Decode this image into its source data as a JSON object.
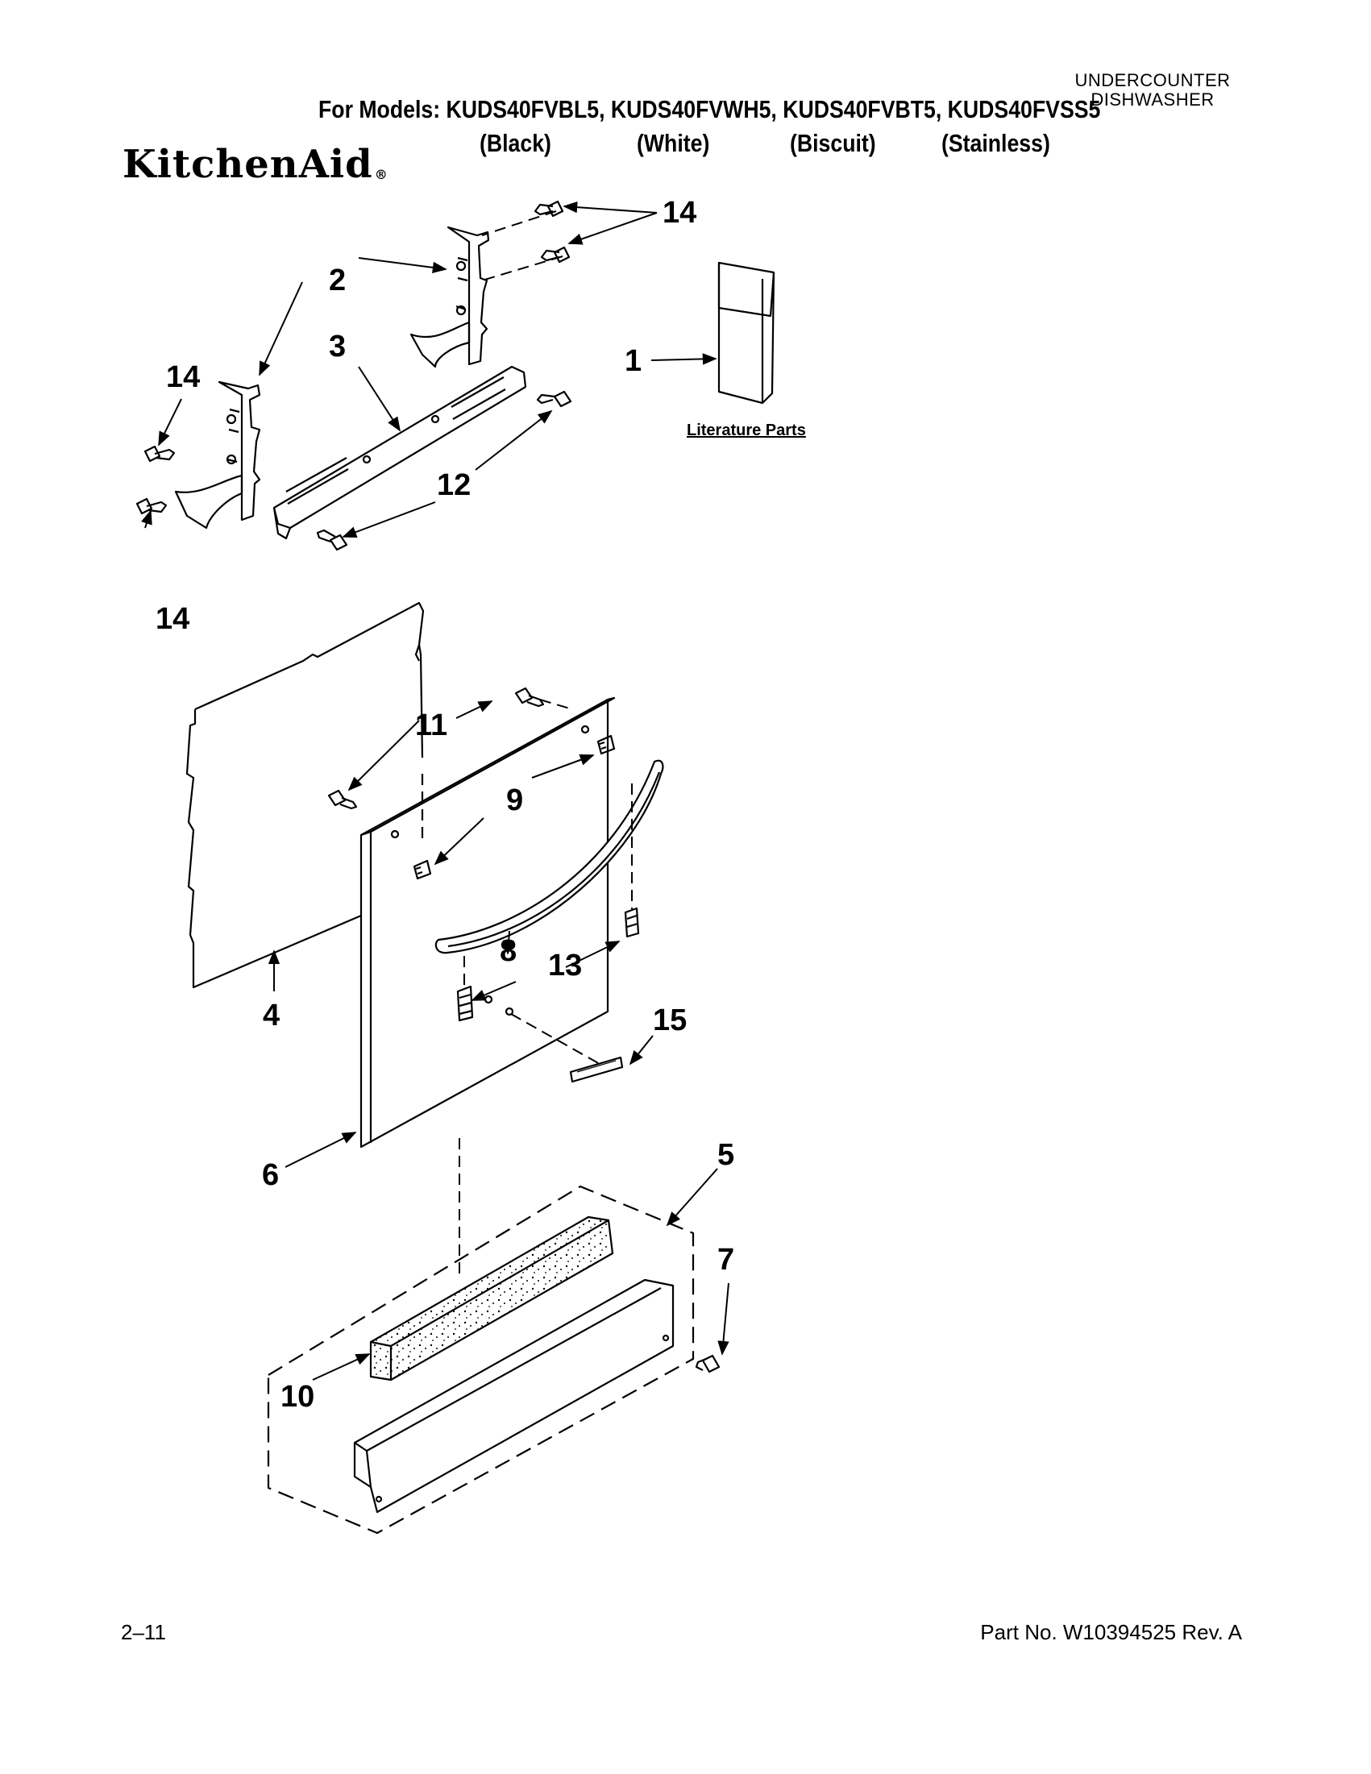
{
  "header": {
    "category_line1": "UNDERCOUNTER",
    "category_line2": "DISHWASHER",
    "models_line": "For Models: KUDS40FVBL5, KUDS40FVWH5, KUDS40FVBT5, KUDS40FVSS5",
    "colors": [
      "(Black)",
      "(White)",
      "(Biscuit)",
      "(Stainless)"
    ],
    "brand": "KitchenAid",
    "brand_mark": "®"
  },
  "callouts": [
    "14",
    "2",
    "3",
    "1",
    "14",
    "12",
    "14",
    "11",
    "9",
    "8",
    "13",
    "4",
    "15",
    "6",
    "5",
    "7",
    "10"
  ],
  "literature_label": "Literature Parts",
  "footer": {
    "page": "2–11",
    "part_no": "Part No. W10394525 Rev. A"
  }
}
